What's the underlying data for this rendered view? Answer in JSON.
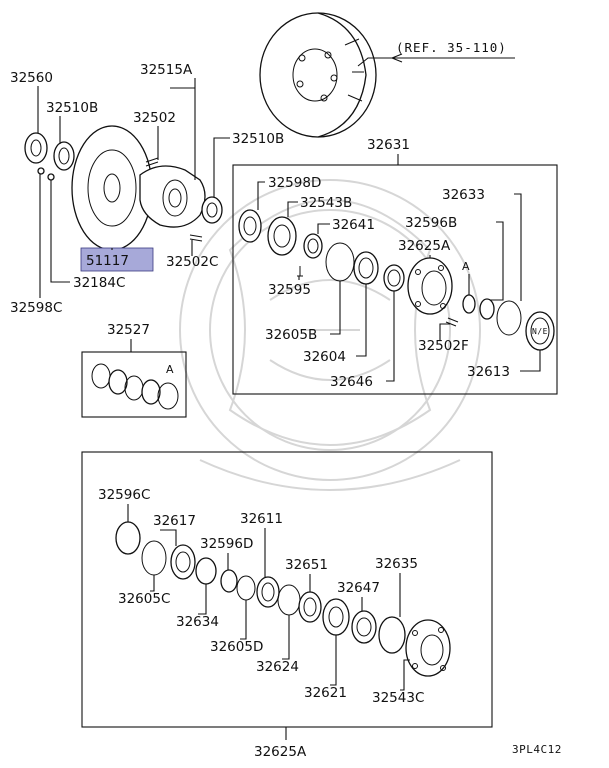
{
  "reference_label": "(REF. 35-110)",
  "diagram_code": "3PL4C12",
  "highlighted_part": "51117",
  "callouts": {
    "p32560": "32560",
    "p32515a": "32515A",
    "p32510b_left": "32510B",
    "p32502": "32502",
    "p32510b_right": "32510B",
    "p32631": "32631",
    "p32598d": "32598D",
    "p32543b": "32543B",
    "p32633": "32633",
    "p32641": "32641",
    "p32596b": "32596B",
    "p32625a_top": "32625A",
    "label_a_top": "A",
    "p32502c": "32502C",
    "p32184c": "32184C",
    "p32598c": "32598C",
    "p32595": "32595",
    "p32605b": "32605B",
    "p32502f": "32502F",
    "p32604": "32604",
    "p32613": "32613",
    "p32646": "32646",
    "p32527": "32527",
    "label_a_kit": "A",
    "p32596c": "32596C",
    "p32617": "32617",
    "p32611": "32611",
    "p32596d": "32596D",
    "p32651": "32651",
    "p32635": "32635",
    "p32605c": "32605C",
    "p32647": "32647",
    "p32634": "32634",
    "p32605d": "32605D",
    "p32624": "32624",
    "p32621": "32621",
    "p32543c": "32543C",
    "p32625a_bottom": "32625A",
    "cap_text": "N/E"
  }
}
